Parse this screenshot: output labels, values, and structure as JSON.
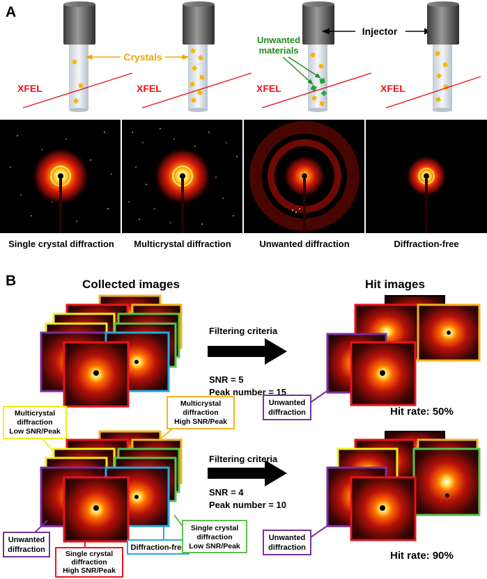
{
  "panel_a": {
    "label": "A",
    "columns": [
      {
        "beam_label": "XFEL",
        "caption": "Single crystal diffraction"
      },
      {
        "beam_label": "XFEL",
        "caption": "Multicrystal diffraction"
      },
      {
        "beam_label": "XFEL",
        "caption": "Unwanted diffraction"
      },
      {
        "beam_label": "XFEL",
        "caption": "Diffraction-free"
      }
    ],
    "crystals_label": "Crystals",
    "unwanted_label_line1": "Unwanted",
    "unwanted_label_line2": "materials",
    "injector_label": "Injector"
  },
  "panel_b": {
    "label": "B",
    "collected_title": "Collected images",
    "hit_title": "Hit images",
    "rows": [
      {
        "filter_title": "Filtering criteria",
        "snr": "SNR = 5",
        "peaks": "Peak number = 15",
        "hit_rate": "Hit rate: 50%",
        "hit_unwanted_line1": "Unwanted",
        "hit_unwanted_line2": "diffraction"
      },
      {
        "filter_title": "Filtering criteria",
        "snr": "SNR = 4",
        "peaks": "Peak number = 10",
        "hit_rate": "Hit rate: 90%",
        "hit_unwanted_line1": "Unwanted",
        "hit_unwanted_line2": "diffraction"
      }
    ],
    "callouts": {
      "multi_low": [
        "Multicrystal",
        "diffraction",
        "Low SNR/Peak"
      ],
      "multi_high": [
        "Multicrystal",
        "diffraction",
        "High SNR/Peak"
      ],
      "unwanted": [
        "Unwanted",
        "diffraction"
      ],
      "single_high": [
        "Single crystal",
        "diffraction",
        "High SNR/Peak"
      ],
      "free": [
        "Diffraction-free"
      ],
      "single_low": [
        "Single crystal",
        "diffraction",
        "Low SNR/Peak"
      ]
    }
  },
  "colors": {
    "beam": "#e8141c",
    "crystals_label": "#f0a500",
    "unwanted_label": "#1e8c1e",
    "frame_red": "#e8141c",
    "frame_orange": "#f5b21a",
    "frame_yellow": "#f2ee1a",
    "frame_green": "#5cc24a",
    "frame_blue": "#27a8df",
    "frame_purple": "#7a2e9e"
  }
}
